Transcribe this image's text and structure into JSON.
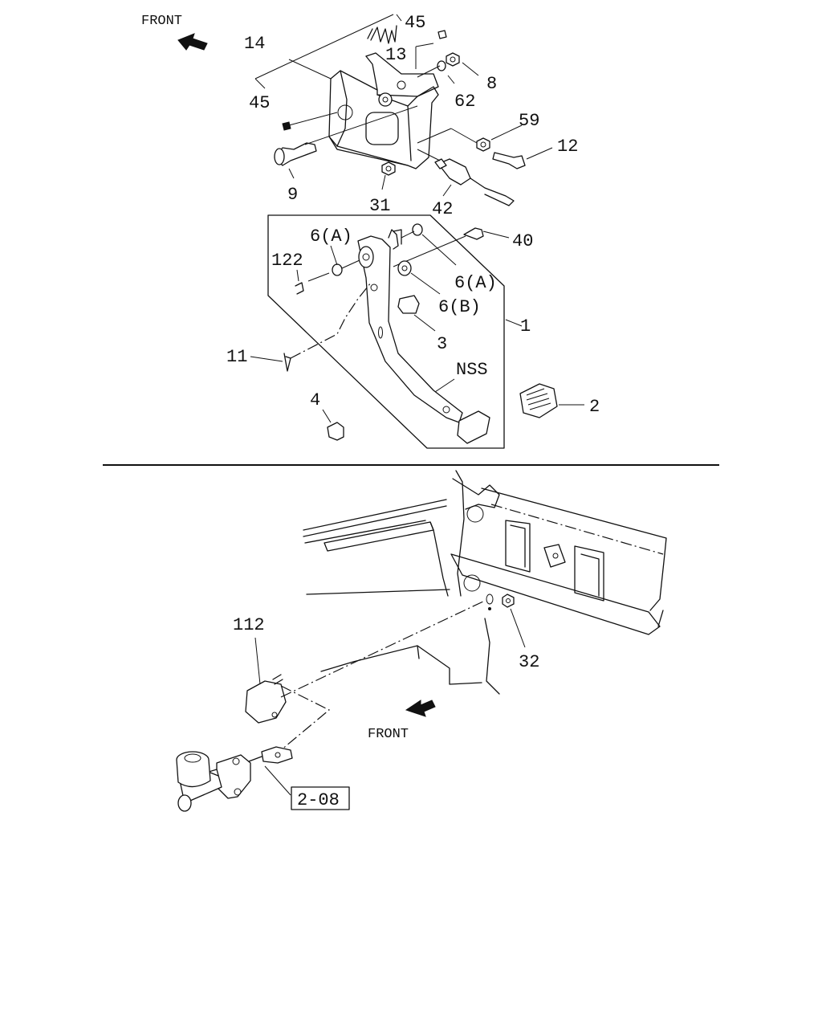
{
  "figure": {
    "front_top": "FRONT",
    "front_bottom": "FRONT",
    "ref_box": "2-08",
    "callouts": {
      "c45a": "45",
      "c13": "13",
      "c14": "14",
      "c8": "8",
      "c62": "62",
      "c45b": "45",
      "c59": "59",
      "c12": "12",
      "c9": "9",
      "c31": "31",
      "c42": "42",
      "c6a1": "6(A)",
      "c40": "40",
      "c122": "122",
      "c6a2": "6(A)",
      "c6b": "6(B)",
      "c1": "1",
      "c3": "3",
      "c11": "11",
      "cNSS": "NSS",
      "c2": "2",
      "c4": "4",
      "c112": "112",
      "c32": "32"
    }
  }
}
